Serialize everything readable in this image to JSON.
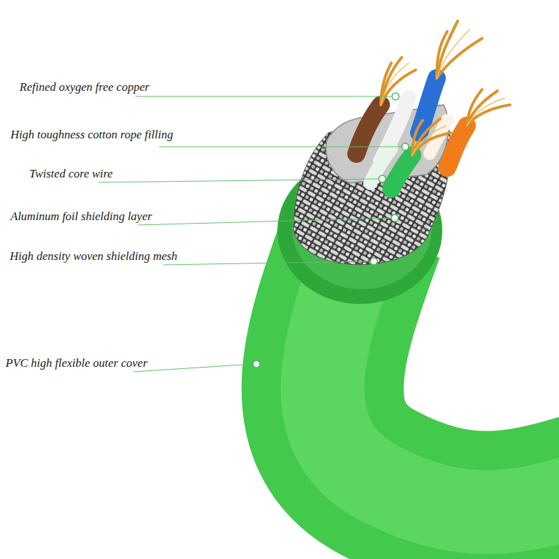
{
  "diagram": {
    "labels": [
      "Refined oxygen free copper",
      "High toughness cotton rope filling",
      "Twisted core wire",
      "Aluminum foil shielding layer",
      "High density woven shielding mesh",
      "PVC high flexible outer cover"
    ]
  }
}
